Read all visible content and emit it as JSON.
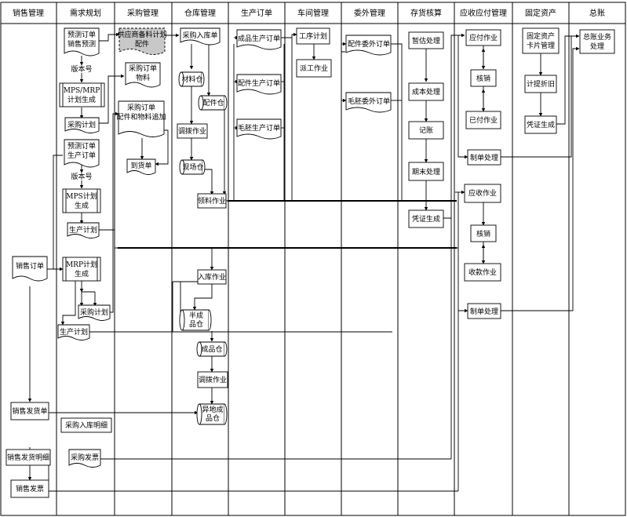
{
  "lanes": [
    {
      "id": "sales",
      "label": "销售管理"
    },
    {
      "id": "demand",
      "label": "需求规划"
    },
    {
      "id": "purchase",
      "label": "采购管理"
    },
    {
      "id": "warehouse",
      "label": "仓库管理"
    },
    {
      "id": "prodorder",
      "label": "生产订单"
    },
    {
      "id": "workshop",
      "label": "车间管理"
    },
    {
      "id": "outsource",
      "label": "委外管理"
    },
    {
      "id": "inventory",
      "label": "存货核算"
    },
    {
      "id": "arap",
      "label": "应收应付管理"
    },
    {
      "id": "fixed",
      "label": "固定资产"
    },
    {
      "id": "ledger",
      "label": "总账"
    }
  ],
  "nodes": {
    "forecast_order": [
      "预测订单",
      "销售预测"
    ],
    "version1": "版本号",
    "mps_mrp": [
      "MPS/MRP",
      "计划生成"
    ],
    "purchase_plan1": "采购计划",
    "forecast_order2": [
      "预测订单",
      "生产订单"
    ],
    "version2": "版本号",
    "mps_plan": [
      "MPS计划",
      "生成"
    ],
    "production_plan1": "生产计划",
    "sales_order": "销售订单",
    "mrp_plan": [
      "MRP计划",
      "生成"
    ],
    "purchase_plan2": "采购计划",
    "production_plan2": "生产计划",
    "sales_delivery": "销售发货单",
    "purchase_receipt_detail": "采购入库明细",
    "purchase_invoice": "采购发票",
    "sales_delivery_detail": "销售发货明细",
    "sales_invoice": "销售发票",
    "supplier_stock_plan": [
      "供应商备料计划",
      "配件"
    ],
    "purchase_material": [
      "采购订单",
      "物料"
    ],
    "purchase_parts": [
      "采购订单",
      "配件和物料追加"
    ],
    "arrival": "到货单",
    "purchase_inbound": "采购入库单",
    "material_wh": "材料仓",
    "parts_wh": "配件仓",
    "transfer1": "调拨作业",
    "site_wh": "现场仓",
    "pick_work": "领料作业",
    "inbound_work": "入库作业",
    "semi_wh": [
      "半成",
      "品仓"
    ],
    "finished_wh": "成品仓",
    "transfer2": "调拨作业",
    "remote_wh": [
      "异地成",
      "品仓"
    ],
    "finished_order": "成品生产订单",
    "parts_order": "配件生产订单",
    "blank_order": "毛胚生产订单",
    "process_plan": "工序计划",
    "dispatch": "派工作业",
    "parts_outsource": "配件委外订单",
    "blank_outsource": "毛胚委外订单",
    "estimate": "暂估处理",
    "cost": "成本处理",
    "bookkeep": "记账",
    "period_end": "期末处理",
    "voucher_gen1": "凭证生成",
    "payable_work": "应付作业",
    "verify1": "核销",
    "paid_work": "已付作业",
    "make_voucher1": "制单处理",
    "receivable_work": "应收作业",
    "verify2": "核销",
    "receipt_work": "收款作业",
    "make_voucher2": "制单处理",
    "asset_card": [
      "固定资产",
      "卡片管理"
    ],
    "depreciation": "计提折旧",
    "voucher_gen2": "凭证生成",
    "gl_process": [
      "总账业务",
      "处理"
    ]
  },
  "colors": {
    "line": "#000000",
    "highlight": "#c8c8c8"
  }
}
